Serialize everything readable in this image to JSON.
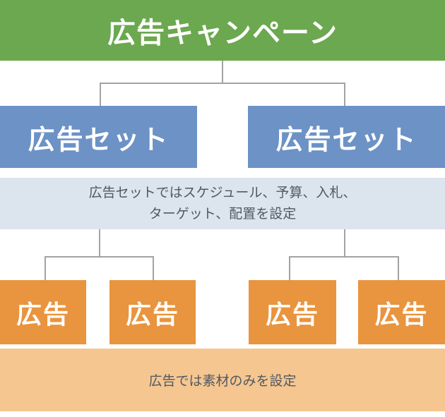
{
  "colors": {
    "green": "#6BA84F",
    "blue": "#6C92C6",
    "note-blue": "#DCE4EE",
    "orange": "#E9943E",
    "peach": "#F6C690",
    "line-gray": "#A3A3A3",
    "note-text": "#515963",
    "box-text": "#FFFFFF"
  },
  "diagram": {
    "campaign": {
      "label": "広告キャンペーン"
    },
    "ad_sets": [
      {
        "label": "広告セット"
      },
      {
        "label": "広告セット"
      }
    ],
    "ad_set_note": {
      "line1": "広告セットではスケジュール、予算、入札、",
      "line2": "ターゲット、配置を設定"
    },
    "ads": [
      {
        "label": "広告"
      },
      {
        "label": "広告"
      },
      {
        "label": "広告"
      },
      {
        "label": "広告"
      }
    ],
    "ad_note": {
      "label": "広告では素材のみを設定"
    }
  }
}
